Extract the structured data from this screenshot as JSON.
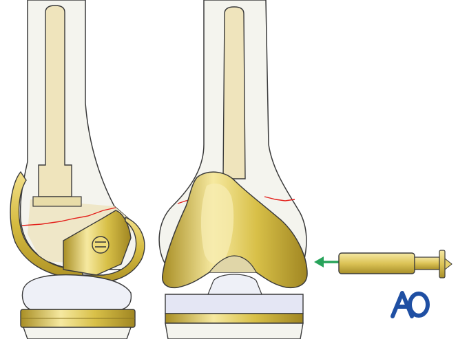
{
  "figure": {
    "views": [
      "lateral-view",
      "anterior-view"
    ],
    "components": [
      "femur",
      "femoral-stem",
      "femoral-component",
      "tibial-insert",
      "tibial-tray",
      "tibia",
      "fixation-screw",
      "fracture-lines",
      "insertion-arrow",
      "stem-extension-bolt"
    ]
  },
  "colors": {
    "bone": "#f4f4ee",
    "bone_outline": "#3a3a3a",
    "cancellous": "#efe7c8",
    "stem": "#efe4bc",
    "gold": "#d9c14a",
    "gold_light": "#f4e69a",
    "gold_dark": "#9c8520",
    "insert": "#e4e6f4",
    "fracture": "#e3201b",
    "arrow": "#27a35a",
    "logo": "#1f4fa3"
  },
  "logo": {
    "text": "AO"
  }
}
